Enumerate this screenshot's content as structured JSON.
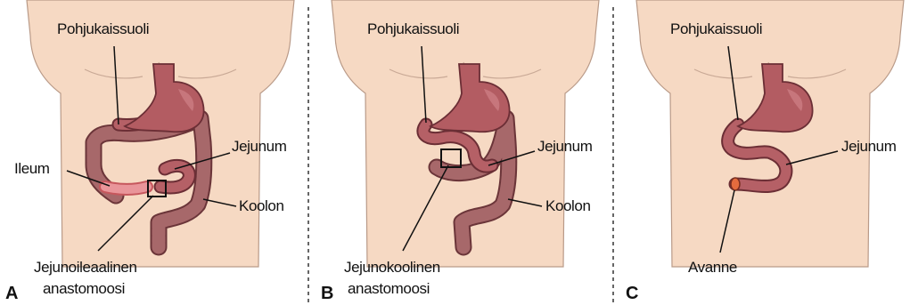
{
  "panels": [
    {
      "letter": "A",
      "labels": {
        "pohjukaissuoli": "Pohjukaissuoli",
        "jejunum": "Jejunum",
        "ileum": "Ileum",
        "koolon": "Koolon",
        "anastomosis_line1": "Jejunoileaalinen",
        "anastomosis_line2": "anastomoosi"
      }
    },
    {
      "letter": "B",
      "labels": {
        "pohjukaissuoli": "Pohjukaissuoli",
        "jejunum": "Jejunum",
        "koolon": "Koolon",
        "anastomosis_line1": "Jejunokoolinen",
        "anastomosis_line2": "anastomoosi"
      }
    },
    {
      "letter": "C",
      "labels": {
        "pohjukaissuoli": "Pohjukaissuoli",
        "jejunum": "Jejunum",
        "avanne": "Avanne"
      }
    }
  ],
  "colors": {
    "skin": "#f6d9c3",
    "stomach": "#b35c62",
    "intestine": "#b56066",
    "colon": "#a7686a",
    "ileum": "#e9959a",
    "stoma": "#e46b3e"
  }
}
